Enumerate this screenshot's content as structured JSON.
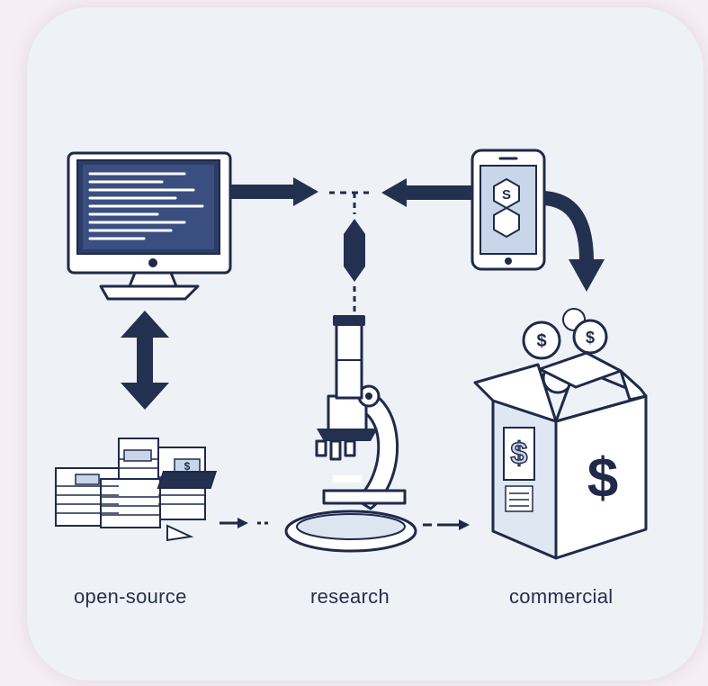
{
  "labels": {
    "open_source": "open-source",
    "research": "research",
    "commercial": "commercial"
  },
  "icons": {
    "computer": "computer-monitor-icon",
    "phone": "smartphone-icon",
    "stack": "document-stack-icon",
    "microscope": "microscope-icon",
    "box": "money-box-icon"
  },
  "glyphs": {
    "dollar": "$",
    "s": "S"
  },
  "colors": {
    "ink": "#1f2a4a",
    "navy": "#23304f",
    "screen_blue": "#2b3d66",
    "light_blue": "#c9d6ea",
    "paper": "#ffffff",
    "card_bg": "#eef1f6",
    "page_bg": "#f6eef3"
  }
}
